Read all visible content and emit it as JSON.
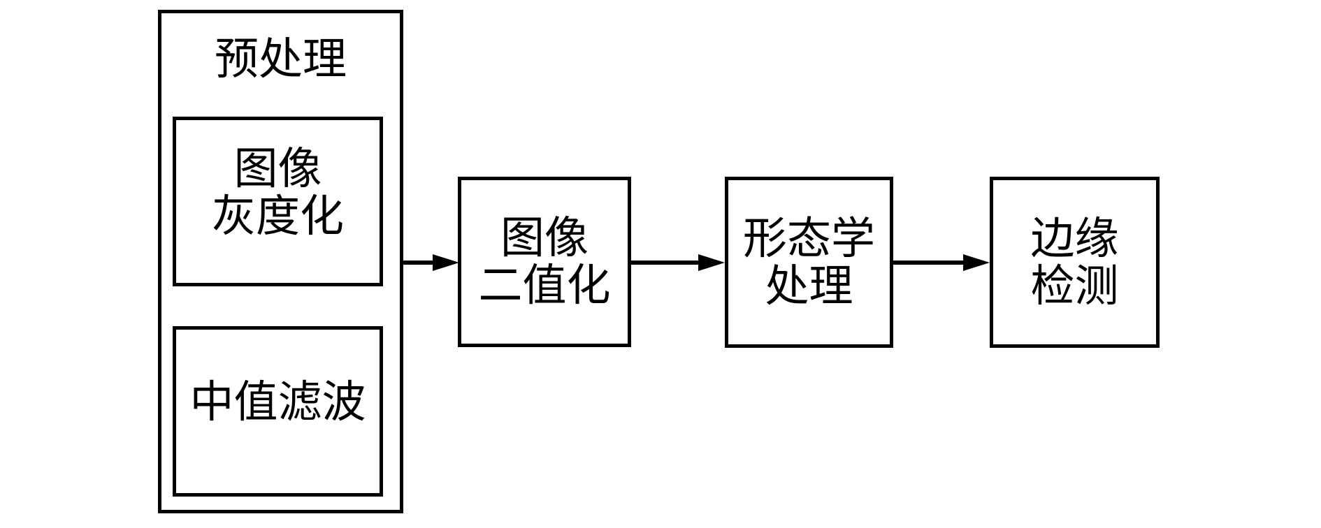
{
  "colors": {
    "line": "#000000",
    "background": "#ffffff",
    "text": "#000000"
  },
  "flowchart": {
    "preprocess_group": {
      "title": "预处理",
      "grayscale_box": {
        "line1": "图像",
        "line2": "灰度化"
      },
      "median_filter_box": {
        "label": "中值滤波"
      }
    },
    "binarization_box": {
      "line1": "图像",
      "line2": "二值化"
    },
    "morphology_box": {
      "line1": "形态学",
      "line2": "处理"
    },
    "edge_detection_box": {
      "line1": "边缘",
      "line2": "检测"
    }
  }
}
